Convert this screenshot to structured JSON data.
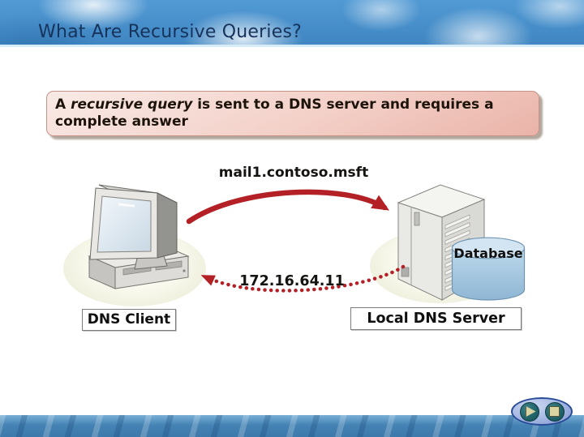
{
  "header": {
    "title": "What Are Recursive Queries?"
  },
  "callout": {
    "text_prefix": "A ",
    "text_emphasis": "recursive query",
    "text_suffix": " is sent to a DNS server and requires a complete answer"
  },
  "diagram": {
    "query_label": "mail1.contoso.msft",
    "response_label": "172.16.64.11",
    "client_caption": "DNS Client",
    "server_caption": "Local DNS Server",
    "database_label": "Database",
    "client_icon": "desktop-computer-icon",
    "server_icon": "server-tower-icon",
    "database_icon": "database-cylinder-icon",
    "query_arrow": "solid-red-curved-arrow",
    "response_arrow": "dotted-red-curved-arrow"
  },
  "nav": {
    "next_icon": "play-icon",
    "stop_icon": "stop-icon"
  },
  "colors": {
    "accent_red": "#b32025",
    "title_navy": "#17335b",
    "header_blue": "#529ad4",
    "footer_blue": "#4583b4",
    "callout_pink_light": "#f9eae6",
    "callout_pink_dark": "#eab3a8",
    "database_blue": "#aecfe6",
    "nav_pill_blue": "#a3b6e2",
    "nav_button_teal": "#1d5c63"
  }
}
